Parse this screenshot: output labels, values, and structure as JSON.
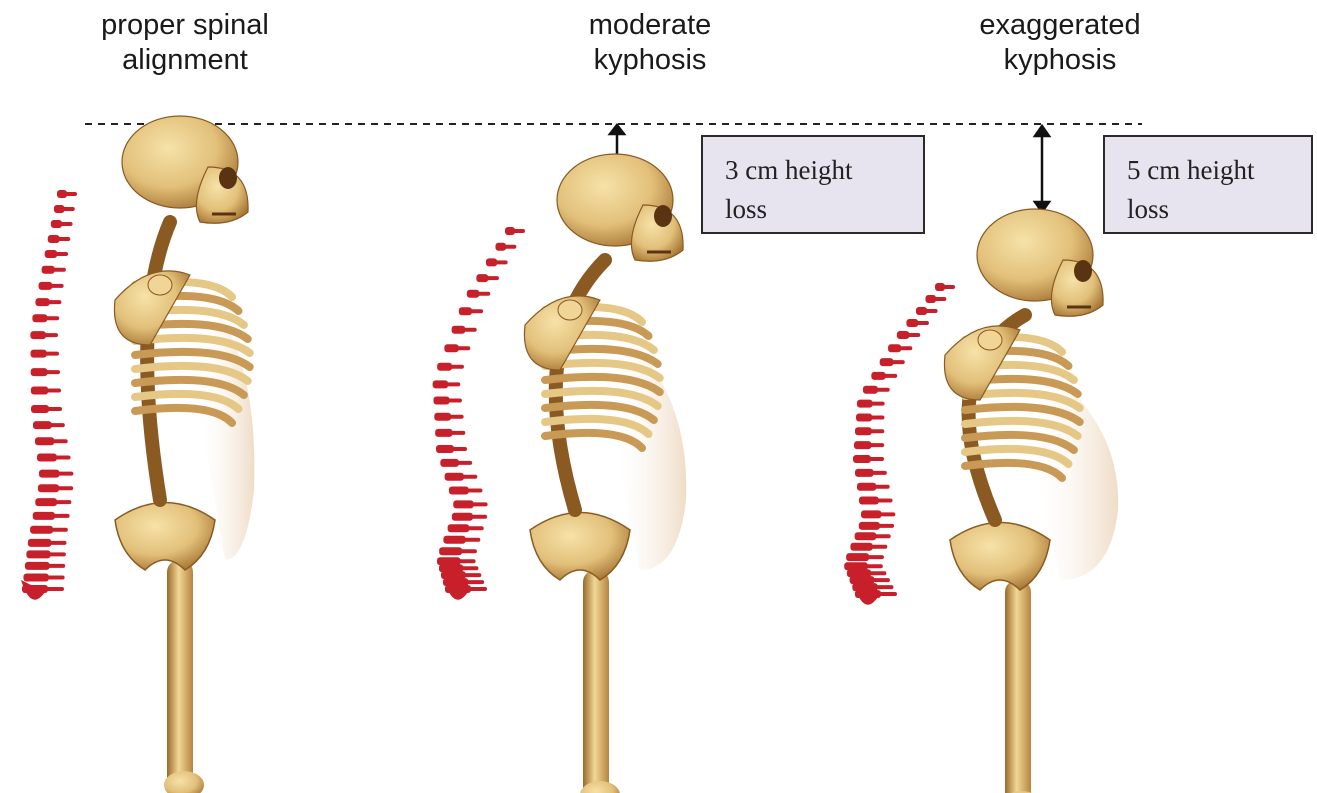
{
  "figures": [
    {
      "title": "proper spinal\nalignment"
    },
    {
      "title": "moderate\nkyphosis",
      "height_loss_label": "3 cm height\nloss"
    },
    {
      "title": "exaggerated\nkyphosis",
      "height_loss_label": "5 cm height\nloss"
    }
  ],
  "colors": {
    "bone": "#e2c07a",
    "bone_shadow": "#8a5a22",
    "bone_dark": "#5a3412",
    "spine_red": "#c8202a",
    "belly": "#f3e6d6",
    "label_box_fill": "#e7e4ef"
  }
}
